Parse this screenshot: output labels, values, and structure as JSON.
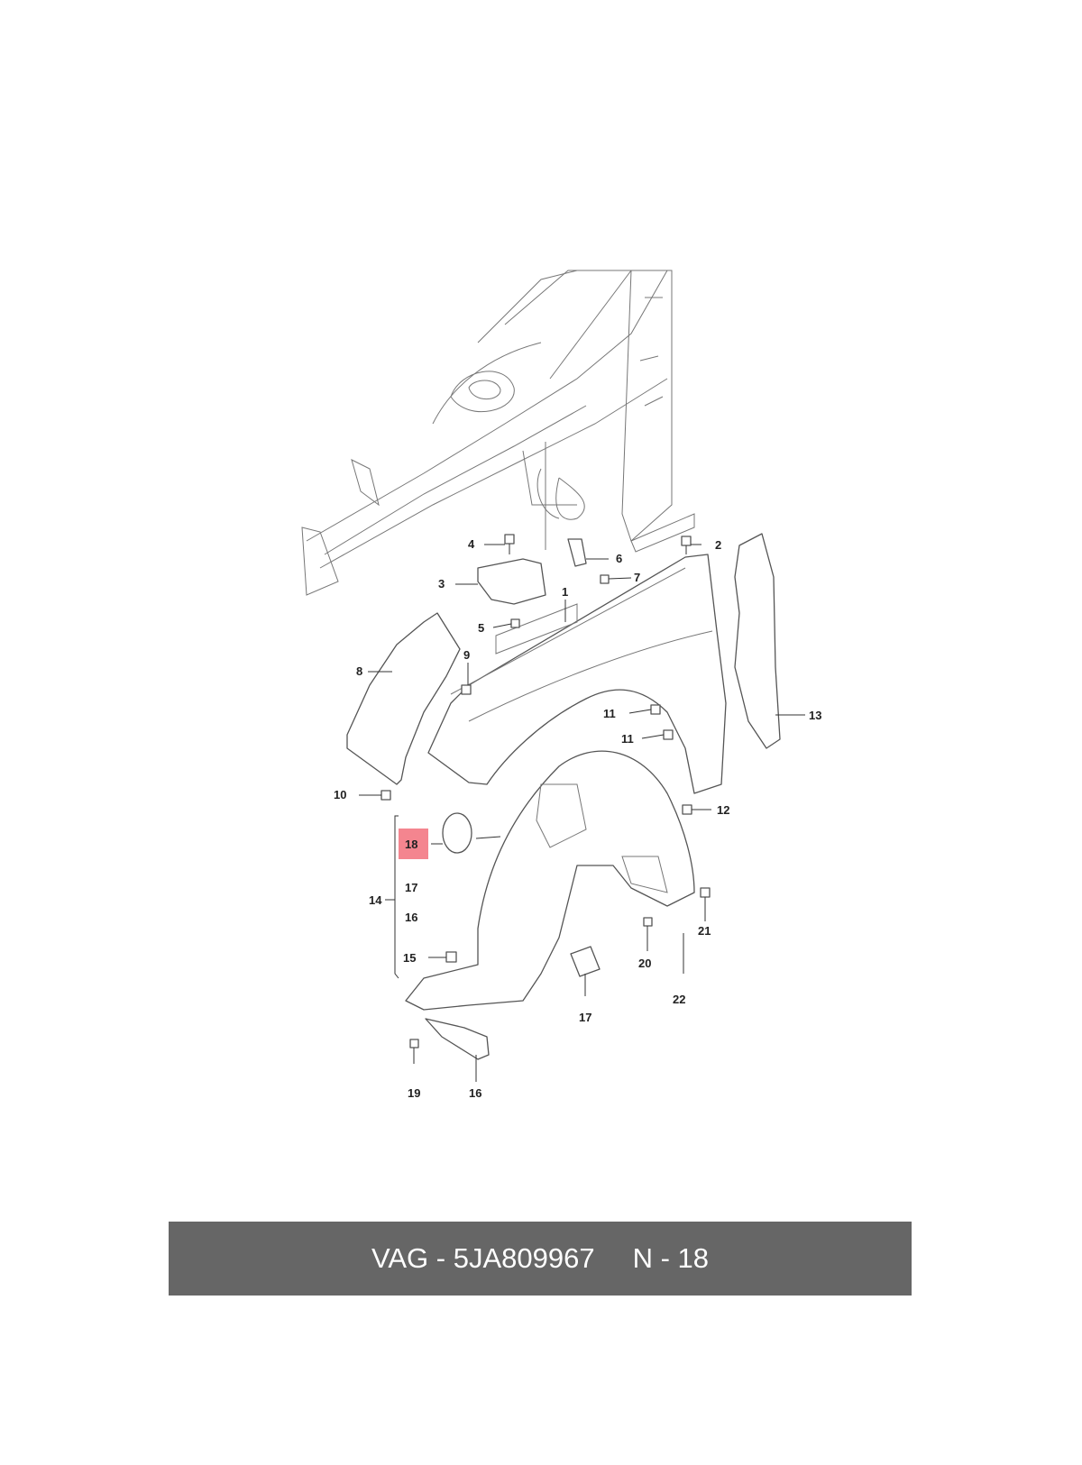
{
  "diagram": {
    "highlight_color": "#f4858f",
    "callouts": {
      "c1": "1",
      "c2": "2",
      "c3": "3",
      "c4": "4",
      "c5": "5",
      "c6": "6",
      "c7": "7",
      "c8": "8",
      "c9": "9",
      "c10": "10",
      "c11a": "11",
      "c11b": "11",
      "c12": "12",
      "c13": "13",
      "c14": "14",
      "c15": "15",
      "c16a": "16",
      "c16b": "16",
      "c17a": "17",
      "c17b": "17",
      "c18": "18",
      "c19": "19",
      "c20": "20",
      "c21": "21",
      "c22": "22"
    }
  },
  "footer": {
    "part_number": "VAG - 5JA809967",
    "position": "N - 18",
    "background": "#666666"
  }
}
